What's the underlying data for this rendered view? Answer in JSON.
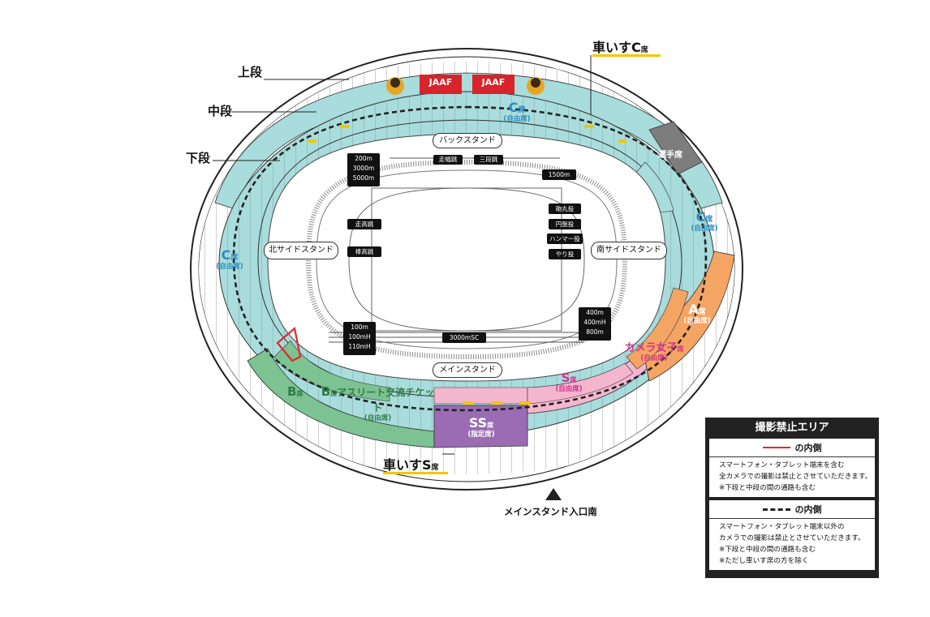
{
  "tiers": {
    "upper": "上段",
    "middle": "中段",
    "lower": "下段"
  },
  "stands": {
    "back": "バックスタンド",
    "main": "メインスタンド",
    "north_side": "北サイドスタンド",
    "south_side": "南サイドスタンド"
  },
  "events": {
    "sprint_200": "200m",
    "d3000": "3000m",
    "d5000": "5000m",
    "d1500": "1500m",
    "long_jump": "走幅跳",
    "triple_jump": "三段跳",
    "high_jump": "走高跳",
    "pole_vault": "棒高跳",
    "shot_put": "砲丸投",
    "discus": "円盤投",
    "hammer": "ハンマー投",
    "javelin": "やり投",
    "d100": "100m",
    "d100mh": "100mH",
    "d110mh": "110mH",
    "steeple": "3000mSC",
    "d400": "400m",
    "d400mh": "400mH",
    "d800": "800m"
  },
  "sections": {
    "c_seat": "C",
    "seat_suffix": "席",
    "free_seat": "(自由席)",
    "reserved_seat": "(指定席)",
    "players_seat": "選手席",
    "a_seat": "A",
    "b_seat": "B",
    "b_athlete_prefix": "B",
    "b_athlete_suffix": "アスリート交流チケット",
    "s_seat": "S",
    "ss_seat": "SS",
    "camera_women": "カメラ女子"
  },
  "wheelchair": {
    "c": "車いすC",
    "s": "車いすS",
    "suffix": "席"
  },
  "entrance": "メインスタンド入口南",
  "banner_jaaf": "JAAF",
  "legend": {
    "title": "撮影禁止エリア",
    "red_label": "の内側",
    "red_text": [
      "スマートフォン・タブレット端末を含む",
      "全カメラでの撮影は禁止とさせていただきます。",
      "※下段と中段の間の通路も含む"
    ],
    "dash_label": "の内側",
    "dash_text": [
      "スマートフォン・タブレット端末以外の",
      "カメラでの撮影は禁止とさせていただきます。",
      "※下段と中段の間の通路も含む",
      "※ただし車いす席の方を除く"
    ]
  },
  "colors": {
    "c_seat": "#a9dcdc",
    "a_seat": "#f4a463",
    "b_seat": "#7cc292",
    "s_seat": "#f4b6cf",
    "ss_seat": "#9b6bb4",
    "players": "#7d7d7d",
    "c_text": "#2e8bc0",
    "a_text": "#ffffff",
    "b_text": "#2e7d43",
    "s_text": "#d2338c",
    "wheelchair": "#f0c800"
  }
}
